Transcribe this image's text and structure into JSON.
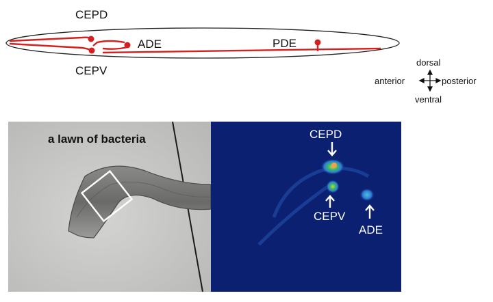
{
  "diagram": {
    "neurons": {
      "cepd": "CEPD",
      "cepv": "CEPV",
      "ade": "ADE",
      "pde": "PDE"
    },
    "compass": {
      "dorsal": "dorsal",
      "ventral": "ventral",
      "anterior": "anterior",
      "posterior": "posterior"
    },
    "colors": {
      "neuron": "#d42020",
      "outline": "#222222"
    }
  },
  "photo": {
    "caption": "a lawn of bacteria"
  },
  "fluorescence": {
    "labels": {
      "cepd": "CEPD",
      "cepv": "CEPV",
      "ade": "ADE"
    },
    "colors": {
      "background": "#0a1f6e",
      "glow": "#2f7ad8",
      "hot": "#e8c840"
    }
  }
}
